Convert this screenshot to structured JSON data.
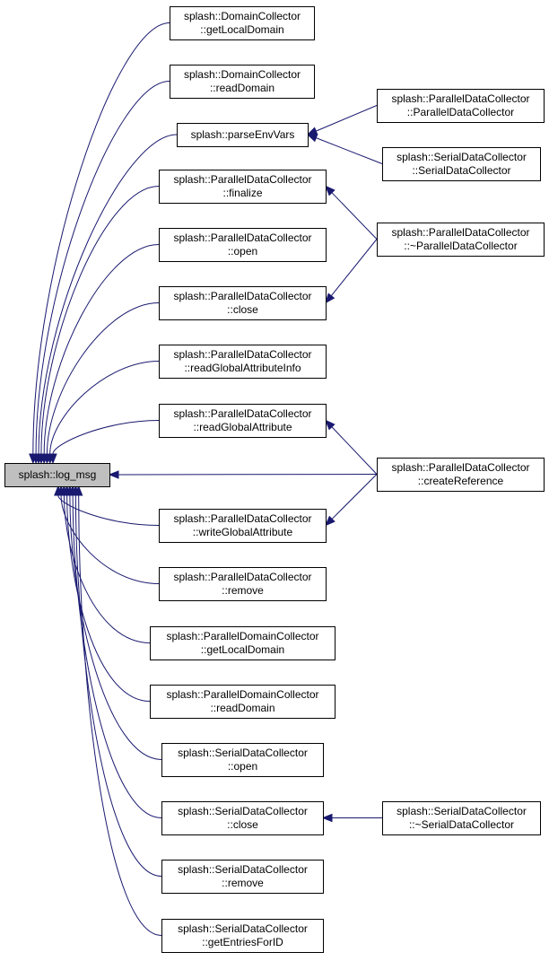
{
  "graph": {
    "root": "log_msg",
    "nodes": {
      "log_msg": {
        "lines": [
          "splash::log_msg"
        ],
        "highlight": true
      },
      "dc_getLocalDomain": {
        "lines": [
          "splash::DomainCollector",
          "::getLocalDomain"
        ]
      },
      "dc_readDomain": {
        "lines": [
          "splash::DomainCollector",
          "::readDomain"
        ]
      },
      "parseEnvVars": {
        "lines": [
          "splash::parseEnvVars"
        ]
      },
      "pdc_finalize": {
        "lines": [
          "splash::ParallelDataCollector",
          "::finalize"
        ]
      },
      "pdc_open": {
        "lines": [
          "splash::ParallelDataCollector",
          "::open"
        ]
      },
      "pdc_close": {
        "lines": [
          "splash::ParallelDataCollector",
          "::close"
        ]
      },
      "pdc_readGlobalAttributeInfo": {
        "lines": [
          "splash::ParallelDataCollector",
          "::readGlobalAttributeInfo"
        ]
      },
      "pdc_readGlobalAttribute": {
        "lines": [
          "splash::ParallelDataCollector",
          "::readGlobalAttribute"
        ]
      },
      "pdc_writeGlobalAttribute": {
        "lines": [
          "splash::ParallelDataCollector",
          "::writeGlobalAttribute"
        ]
      },
      "pdc_remove": {
        "lines": [
          "splash::ParallelDataCollector",
          "::remove"
        ]
      },
      "pdomc_getLocalDomain": {
        "lines": [
          "splash::ParallelDomainCollector",
          "::getLocalDomain"
        ]
      },
      "pdomc_readDomain": {
        "lines": [
          "splash::ParallelDomainCollector",
          "::readDomain"
        ]
      },
      "sdc_open": {
        "lines": [
          "splash::SerialDataCollector",
          "::open"
        ]
      },
      "sdc_close": {
        "lines": [
          "splash::SerialDataCollector",
          "::close"
        ]
      },
      "sdc_remove": {
        "lines": [
          "splash::SerialDataCollector",
          "::remove"
        ]
      },
      "sdc_getEntriesForID": {
        "lines": [
          "splash::SerialDataCollector",
          "::getEntriesForID"
        ]
      },
      "pdc_ctor": {
        "lines": [
          "splash::ParallelDataCollector",
          "::ParallelDataCollector"
        ]
      },
      "sdc_ctor": {
        "lines": [
          "splash::SerialDataCollector",
          "::SerialDataCollector"
        ]
      },
      "pdc_dtor": {
        "lines": [
          "splash::ParallelDataCollector",
          "::~ParallelDataCollector"
        ]
      },
      "pdc_createReference": {
        "lines": [
          "splash::ParallelDataCollector",
          "::createReference"
        ]
      },
      "sdc_dtor": {
        "lines": [
          "splash::SerialDataCollector",
          "::~SerialDataCollector"
        ]
      }
    },
    "edges": [
      {
        "from": "dc_getLocalDomain",
        "to": "log_msg"
      },
      {
        "from": "dc_readDomain",
        "to": "log_msg"
      },
      {
        "from": "parseEnvVars",
        "to": "log_msg"
      },
      {
        "from": "pdc_finalize",
        "to": "log_msg"
      },
      {
        "from": "pdc_open",
        "to": "log_msg"
      },
      {
        "from": "pdc_close",
        "to": "log_msg"
      },
      {
        "from": "pdc_readGlobalAttributeInfo",
        "to": "log_msg"
      },
      {
        "from": "pdc_readGlobalAttribute",
        "to": "log_msg"
      },
      {
        "from": "pdc_createReference",
        "to": "log_msg"
      },
      {
        "from": "pdc_writeGlobalAttribute",
        "to": "log_msg"
      },
      {
        "from": "pdc_remove",
        "to": "log_msg"
      },
      {
        "from": "pdomc_getLocalDomain",
        "to": "log_msg"
      },
      {
        "from": "pdomc_readDomain",
        "to": "log_msg"
      },
      {
        "from": "sdc_open",
        "to": "log_msg"
      },
      {
        "from": "sdc_close",
        "to": "log_msg"
      },
      {
        "from": "sdc_remove",
        "to": "log_msg"
      },
      {
        "from": "sdc_getEntriesForID",
        "to": "log_msg"
      },
      {
        "from": "pdc_ctor",
        "to": "parseEnvVars"
      },
      {
        "from": "sdc_ctor",
        "to": "parseEnvVars"
      },
      {
        "from": "pdc_dtor",
        "to": "pdc_finalize"
      },
      {
        "from": "pdc_dtor",
        "to": "pdc_close"
      },
      {
        "from": "pdc_createReference",
        "to": "pdc_readGlobalAttribute"
      },
      {
        "from": "pdc_createReference",
        "to": "pdc_writeGlobalAttribute"
      },
      {
        "from": "sdc_dtor",
        "to": "sdc_close"
      }
    ]
  }
}
